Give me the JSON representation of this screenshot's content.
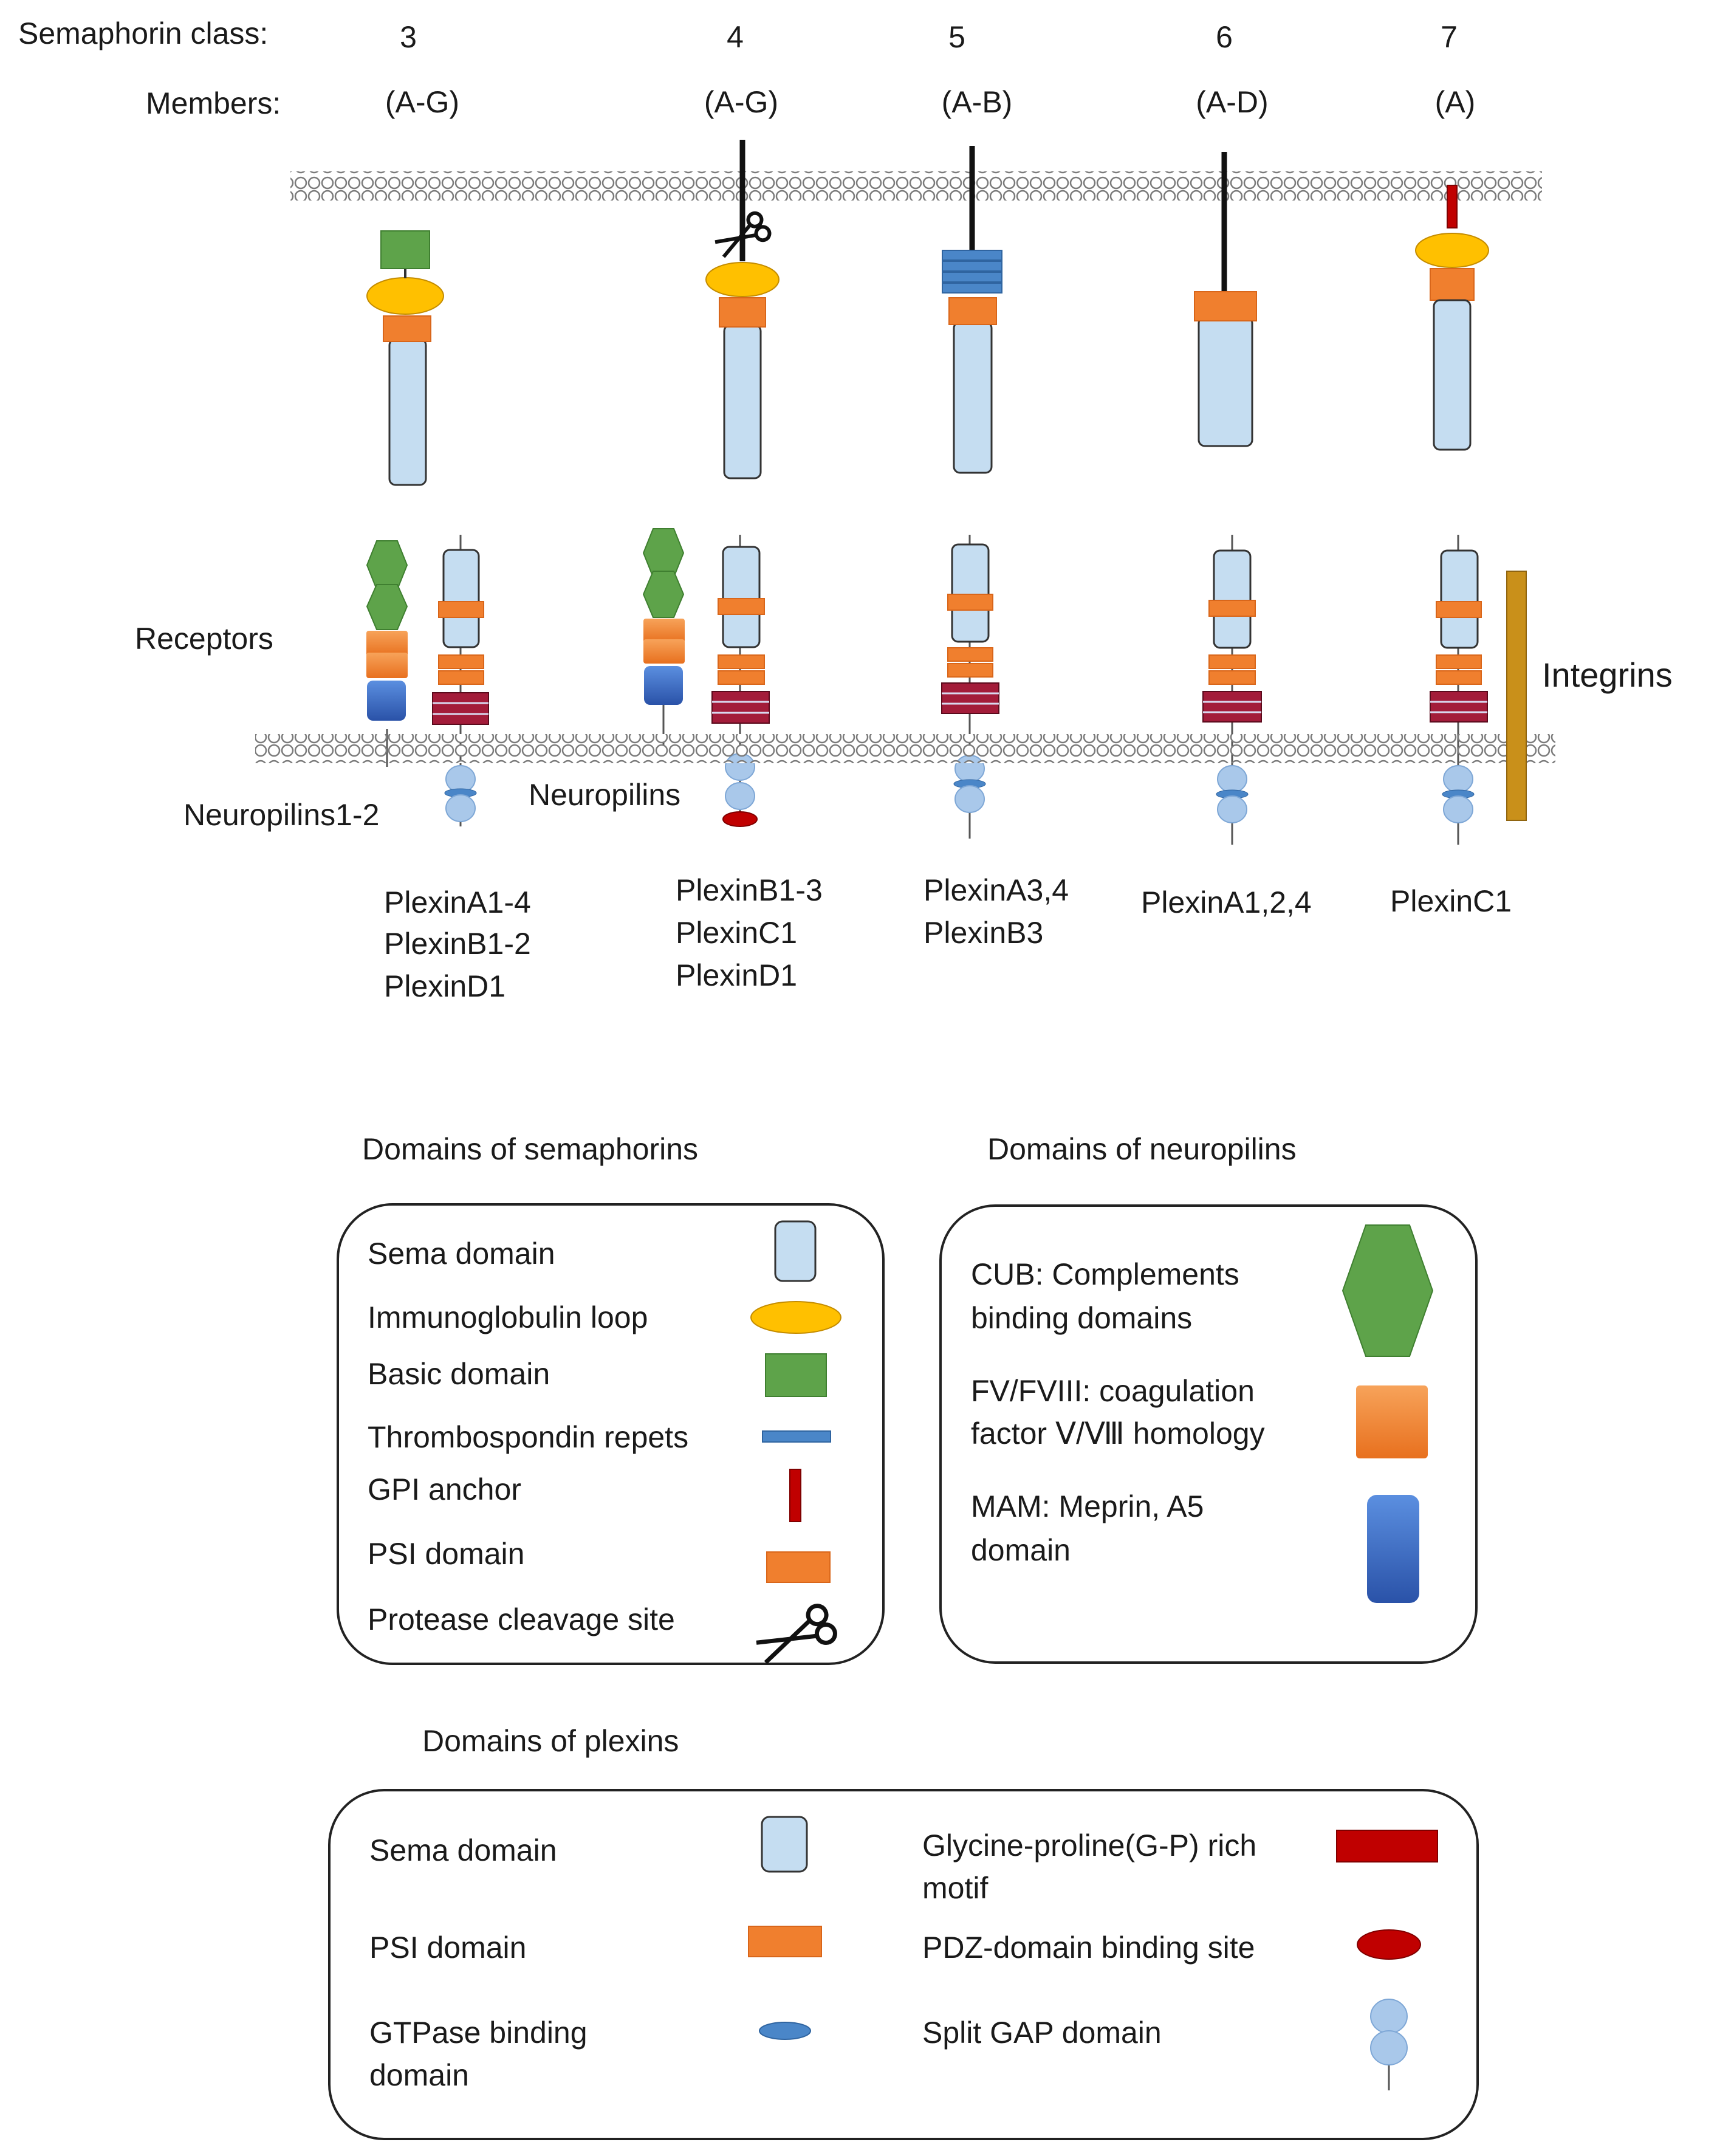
{
  "header": {
    "class_label": "Semaphorin class",
    "members_label": "Members",
    "classes": [
      {
        "number": "3",
        "members": "(A-G)"
      },
      {
        "number": "4",
        "members": "(A-G)"
      },
      {
        "number": "5",
        "members": "(A-B)"
      },
      {
        "number": "6",
        "members": "(A-D)"
      },
      {
        "number": "7",
        "members": "(A)"
      }
    ]
  },
  "labels": {
    "receptors": "Receptors",
    "integrins": "Integrins",
    "neuropilins_1_2": "Neuropilins1-2",
    "neuropilins": "Neuropilins"
  },
  "plexin_groups": [
    {
      "lines": [
        "PlexinA1-4",
        "PlexinB1-2",
        "PlexinD1"
      ]
    },
    {
      "lines": [
        "PlexinB1-3",
        "PlexinC1",
        "PlexinD1"
      ]
    },
    {
      "lines": [
        "PlexinA3,4",
        "PlexinB3"
      ]
    },
    {
      "lines": [
        "PlexinA1,2,4"
      ]
    },
    {
      "lines": [
        "PlexinC1"
      ]
    }
  ],
  "legend_semaphorins": {
    "title": "Domains of semaphorins",
    "items": [
      {
        "label": "Sema domain",
        "icon": "sema-domain-icon"
      },
      {
        "label": "Immunoglobulin loop",
        "icon": "immunoglobulin-loop-icon"
      },
      {
        "label": "Basic domain",
        "icon": "basic-domain-icon"
      },
      {
        "label": "Thrombospondin repets",
        "icon": "thrombospondin-icon"
      },
      {
        "label": "GPI anchor",
        "icon": "gpi-anchor-icon"
      },
      {
        "label": "PSI domain",
        "icon": "psi-domain-icon"
      },
      {
        "label": "Protease cleavage site",
        "icon": "scissors-icon"
      }
    ]
  },
  "legend_neuropilins": {
    "title": "Domains of neuropilins",
    "items": [
      {
        "lines": [
          "CUB: Complements",
          "binding domains"
        ],
        "icon": "cub-hexagon-icon"
      },
      {
        "lines": [
          "FV/FVIII: coagulation",
          "factor Ⅴ/Ⅷ homology"
        ],
        "icon": "fv-fviii-square-icon"
      },
      {
        "lines": [
          "MAM:   Meprin, A5",
          "domain"
        ],
        "icon": "mam-domain-icon"
      }
    ]
  },
  "legend_plexins": {
    "title": "Domains of plexins",
    "left_items": [
      {
        "lines": [
          "Sema domain"
        ],
        "icon": "sema-domain-icon"
      },
      {
        "lines": [
          "PSI domain"
        ],
        "icon": "psi-domain-icon"
      },
      {
        "lines": [
          "GTPase binding",
          "domain"
        ],
        "icon": "gtpase-binding-icon"
      }
    ],
    "right_items": [
      {
        "lines": [
          "Glycine-proline(G-P) rich",
          "motif"
        ],
        "icon": "gp-rich-motif-icon"
      },
      {
        "lines": [
          "PDZ-domain binding site"
        ],
        "icon": "pdz-binding-icon"
      },
      {
        "lines": [
          "Split GAP domain"
        ],
        "icon": "split-gap-icon"
      }
    ]
  },
  "colors": {
    "sema": "#c5ddf1",
    "ig_loop": "#ffc000",
    "basic": "#5ea34a",
    "psi": "#f07f2e",
    "thrombospondin": "#4a86c8",
    "gpi": "#c00000",
    "gp_rich": "#c00000",
    "pdz": "#c00000",
    "mam": "#2f5fb5",
    "integrin": "#c9901a",
    "stroke": "#333333"
  }
}
